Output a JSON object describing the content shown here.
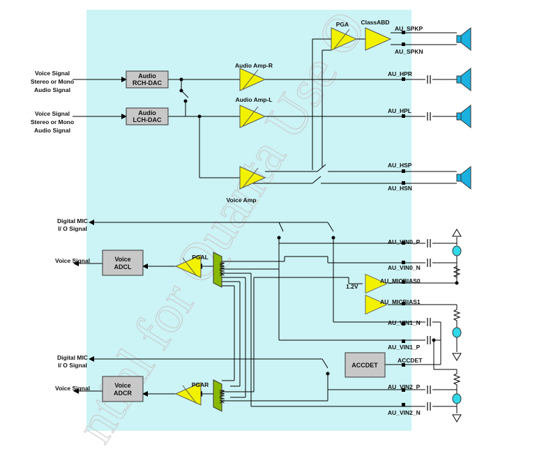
{
  "inputs": {
    "voice_rch": [
      "Voice Signal",
      "Stereo or Mono",
      "Audio Signal"
    ],
    "voice_lch": [
      "Voice Signal",
      "Stereo or Mono",
      "Audio Signal"
    ],
    "digital_mic_1": [
      "Digital MIC",
      "I/ O Signal"
    ],
    "digital_mic_2": [
      "Digital MIC",
      "I/ O Signal"
    ]
  },
  "blocks": {
    "rch_dac": [
      "Audio",
      "RCH-DAC"
    ],
    "lch_dac": [
      "Audio",
      "LCH-DAC"
    ],
    "voice_adcl": [
      "Voice",
      "ADCL"
    ],
    "voice_adcr": [
      "Voice",
      "ADCR"
    ],
    "accdet": "ACCDET"
  },
  "amps": {
    "pga": "PGA",
    "classabd": "ClassABD",
    "amp_r": "Audio Amp-R",
    "amp_l": "Audio Amp-L",
    "voice_amp": "Voice Amp",
    "pgal": "PGAL",
    "pgar": "PGAR",
    "mux": "MUX"
  },
  "pins": {
    "spkp": "AU_SPKP",
    "spkn": "AU_SPKN",
    "hpr": "AU_HPR",
    "hpl": "AU_HPL",
    "hsp": "AU_HSP",
    "hsn": "AU_HSN",
    "vin0_p": "AU_VIN0_P",
    "vin0_n": "AU_VIN0_N",
    "micbias0": "AU_MICBIAS0",
    "micbias1": "AU_MICBIAS1",
    "vin1_n": "AU_VIN1_N",
    "vin1_p": "AU_VIN1_P",
    "accdet": "ACCDET",
    "vin2_p": "AU_VIN2_P",
    "vin2_n": "AU_VIN2_N",
    "bias_voltage": "1.2V"
  },
  "outputs": {
    "voice_signal_l": "Voice Signal",
    "voice_signal_r": "Voice Signal"
  },
  "watermark": "ntial for Quanta Use O",
  "colors": {
    "chip_bg": "#ccf3f5",
    "amp_fill": "#f2f200",
    "mux_fill": "#88b800",
    "block_fill": "#c8c8c8",
    "speaker_fill": "#1ab0e0",
    "mic_fill": "#30d8e8"
  }
}
